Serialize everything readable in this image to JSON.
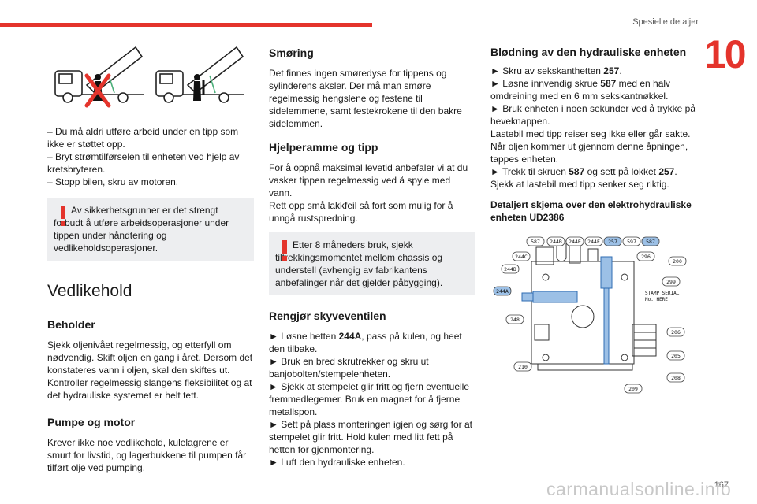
{
  "header": {
    "section_title": "Spesielle detaljer",
    "chapter_number": "10"
  },
  "col1": {
    "bullets": [
      "– Du må aldri utføre arbeid under en tipp som ikke er støttet opp.",
      "– Bryt strømtilførselen til enheten ved hjelp av kretsbryteren.",
      "– Stopp bilen, skru av motoren."
    ],
    "warning": "Av sikkerhetsgrunner er det strengt forbudt å utføre arbeidsoperasjoner under tippen under håndtering og vedlikeholdsoperasjoner.",
    "heading_vedlikehold": "Vedlikehold",
    "beholder": {
      "title": "Beholder",
      "text": "Sjekk oljenivået regelmessig, og etterfyll om nødvendig. Skift oljen en gang i året. Dersom det konstateres vann i oljen, skal den skiftes ut. Kontroller regelmessig slangens fleksibilitet og at det hydrauliske systemet er helt tett."
    },
    "pumpe": {
      "title": "Pumpe og motor",
      "text": "Krever ikke noe vedlikehold, kulelagrene er smurt for livstid, og lagerbukkene til pumpen får tilført olje ved pumping."
    }
  },
  "col2": {
    "smoring": {
      "title": "Smøring",
      "text": "Det finnes ingen smøredyse for tippens og sylinderens aksler. Der må man smøre regelmessig hengslene og festene til sidelemmene, samt festekrokene til den bakre sidelemmen."
    },
    "hjelperamme": {
      "title": "Hjelperamme og tipp",
      "text1": "For å oppnå maksimal levetid anbefaler vi at du vasker tippen regelmessig ved å spyle med vann.",
      "text2": "Rett opp små lakkfeil så fort som mulig for å unngå rustspredning."
    },
    "warning": "Etter 8 måneders bruk, sjekk tiltrekkingsmomentet mellom chassis og understell (avhengig av fabrikantens anbefalinger når det gjelder påbygging).",
    "rengjor": {
      "title": "Rengjør skyveventilen",
      "steps": [
        {
          "pre": "► Løsne hetten ",
          "bold": "244A",
          "post": ", pass på kulen, og heet den tilbake."
        },
        {
          "pre": "► Bruk en bred skrutrekker og skru ut banjobolten/stempelenheten.",
          "bold": "",
          "post": ""
        },
        {
          "pre": "► Sjekk at stempelet glir fritt og fjern eventuelle fremmedlegemer. Bruk en magnet for å fjerne metallspon.",
          "bold": "",
          "post": ""
        },
        {
          "pre": "► Sett på plass monteringen igjen og sørg for at stempelet glir fritt. Hold kulen med litt fett på hetten for gjenmontering.",
          "bold": "",
          "post": ""
        },
        {
          "pre": "► Luft den hydrauliske enheten.",
          "bold": "",
          "post": ""
        }
      ]
    }
  },
  "col3": {
    "blodning": {
      "title": "Blødning av den hydrauliske enheten",
      "l1_pre": "► Skru av sekskanthetten ",
      "l1_bold": "257",
      "l1_post": ".",
      "l2_pre": "► Løsne innvendig skrue ",
      "l2_bold": "587",
      "l2_post": " med en halv omdreining med en 6 mm sekskantnøkkel.",
      "l3": "► Bruk enheten i noen sekunder ved å trykke på heveknappen.",
      "l4": "Lastebil med tipp reiser seg ikke eller går sakte. Når oljen kommer ut gjennom denne åpningen, tappes enheten.",
      "l5_pre": "► Trekk til skruen ",
      "l5_bold": "587",
      "l5_post": " og sett på lokket ",
      "l5_bold2": "257",
      "l5_post2": ".",
      "l6": "Sjekk at lastebil med tipp senker seg riktig."
    },
    "skjema_title": "Detaljert skjema over den elektrohydrauliske enheten UD2386",
    "diagram_labels": {
      "top": [
        "587",
        "244B",
        "244E",
        "244F",
        "257",
        "597",
        "587"
      ],
      "left": [
        "244C",
        "244B",
        "244A",
        "248",
        "210"
      ],
      "right": [
        "296",
        "200",
        "299",
        "206",
        "205",
        "208",
        "209"
      ],
      "stamp": "STAMP SERIAL",
      "stamp2": "No. HERE"
    }
  },
  "footer": {
    "page": "167",
    "watermark": "carmanualsonline.info"
  },
  "colors": {
    "accent": "#e4342c",
    "box": "#edeef0",
    "diagram_highlight": "#4a86c8"
  }
}
